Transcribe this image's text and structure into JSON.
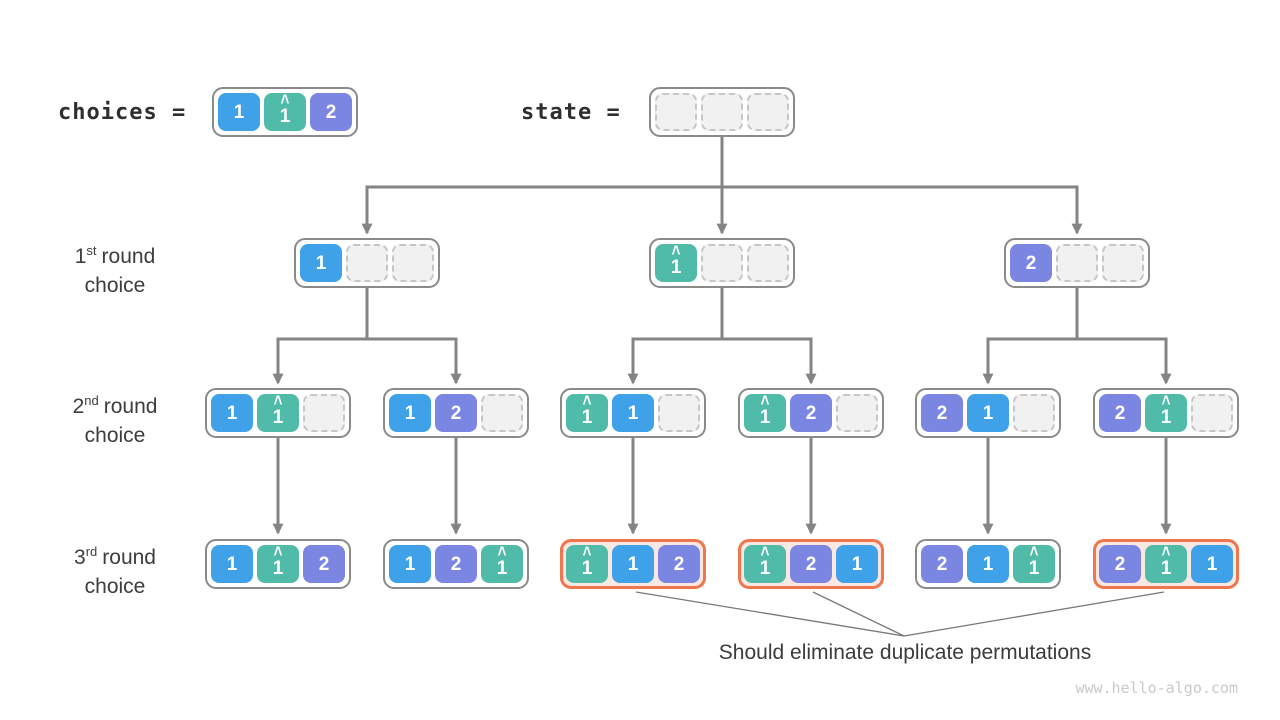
{
  "page": {
    "watermark": "www.hello-algo.com",
    "background": "#ffffff"
  },
  "palette": {
    "blue": "#3fa2e8",
    "teal": "#50bba9",
    "purple": "#7b86e2",
    "orange_highlight": "#f0764e",
    "highlight_fill": "#fbe7e2",
    "node_border": "#8a8a8a",
    "connector_gray": "#848484",
    "text_dark": "#3d3d3d"
  },
  "header": {
    "choices_label": "choices =",
    "state_label": "state =",
    "choices_box": {
      "dup": false,
      "cells": [
        {
          "v": "1",
          "c": "blue"
        },
        {
          "v": "1",
          "c": "teal",
          "hat": true
        },
        {
          "v": "2",
          "c": "purple"
        }
      ]
    },
    "state_box": {
      "dup": false,
      "cells": [
        {
          "empty": true
        },
        {
          "empty": true
        },
        {
          "empty": true
        }
      ]
    }
  },
  "row_labels": [
    {
      "num": "1",
      "sup": "st",
      "word1": "round",
      "word2": "choice"
    },
    {
      "num": "2",
      "sup": "nd",
      "word1": "round",
      "word2": "choice"
    },
    {
      "num": "3",
      "sup": "rd",
      "word1": "round",
      "word2": "choice"
    }
  ],
  "tree": {
    "r1": [
      {
        "dup": false,
        "cells": [
          {
            "v": "1",
            "c": "blue"
          },
          {
            "empty": true
          },
          {
            "empty": true
          }
        ]
      },
      {
        "dup": false,
        "cells": [
          {
            "v": "1",
            "c": "teal",
            "hat": true
          },
          {
            "empty": true
          },
          {
            "empty": true
          }
        ]
      },
      {
        "dup": false,
        "cells": [
          {
            "v": "2",
            "c": "purple"
          },
          {
            "empty": true
          },
          {
            "empty": true
          }
        ]
      }
    ],
    "r2": [
      {
        "dup": false,
        "cells": [
          {
            "v": "1",
            "c": "blue"
          },
          {
            "v": "1",
            "c": "teal",
            "hat": true
          },
          {
            "empty": true
          }
        ]
      },
      {
        "dup": false,
        "cells": [
          {
            "v": "1",
            "c": "blue"
          },
          {
            "v": "2",
            "c": "purple"
          },
          {
            "empty": true
          }
        ]
      },
      {
        "dup": false,
        "cells": [
          {
            "v": "1",
            "c": "teal",
            "hat": true
          },
          {
            "v": "1",
            "c": "blue"
          },
          {
            "empty": true
          }
        ]
      },
      {
        "dup": false,
        "cells": [
          {
            "v": "1",
            "c": "teal",
            "hat": true
          },
          {
            "v": "2",
            "c": "purple"
          },
          {
            "empty": true
          }
        ]
      },
      {
        "dup": false,
        "cells": [
          {
            "v": "2",
            "c": "purple"
          },
          {
            "v": "1",
            "c": "blue"
          },
          {
            "empty": true
          }
        ]
      },
      {
        "dup": false,
        "cells": [
          {
            "v": "2",
            "c": "purple"
          },
          {
            "v": "1",
            "c": "teal",
            "hat": true
          },
          {
            "empty": true
          }
        ]
      }
    ],
    "r3": [
      {
        "dup": false,
        "cells": [
          {
            "v": "1",
            "c": "blue"
          },
          {
            "v": "1",
            "c": "teal",
            "hat": true
          },
          {
            "v": "2",
            "c": "purple"
          }
        ]
      },
      {
        "dup": false,
        "cells": [
          {
            "v": "1",
            "c": "blue"
          },
          {
            "v": "2",
            "c": "purple"
          },
          {
            "v": "1",
            "c": "teal",
            "hat": true
          }
        ]
      },
      {
        "dup": true,
        "cells": [
          {
            "v": "1",
            "c": "teal",
            "hat": true
          },
          {
            "v": "1",
            "c": "blue"
          },
          {
            "v": "2",
            "c": "purple"
          }
        ]
      },
      {
        "dup": true,
        "cells": [
          {
            "v": "1",
            "c": "teal",
            "hat": true
          },
          {
            "v": "2",
            "c": "purple"
          },
          {
            "v": "1",
            "c": "blue"
          }
        ]
      },
      {
        "dup": false,
        "cells": [
          {
            "v": "2",
            "c": "purple"
          },
          {
            "v": "1",
            "c": "blue"
          },
          {
            "v": "1",
            "c": "teal",
            "hat": true
          }
        ]
      },
      {
        "dup": true,
        "cells": [
          {
            "v": "2",
            "c": "purple"
          },
          {
            "v": "1",
            "c": "teal",
            "hat": true
          },
          {
            "v": "1",
            "c": "blue"
          }
        ]
      }
    ]
  },
  "annotation": {
    "text": "Should eliminate duplicate permutations"
  }
}
